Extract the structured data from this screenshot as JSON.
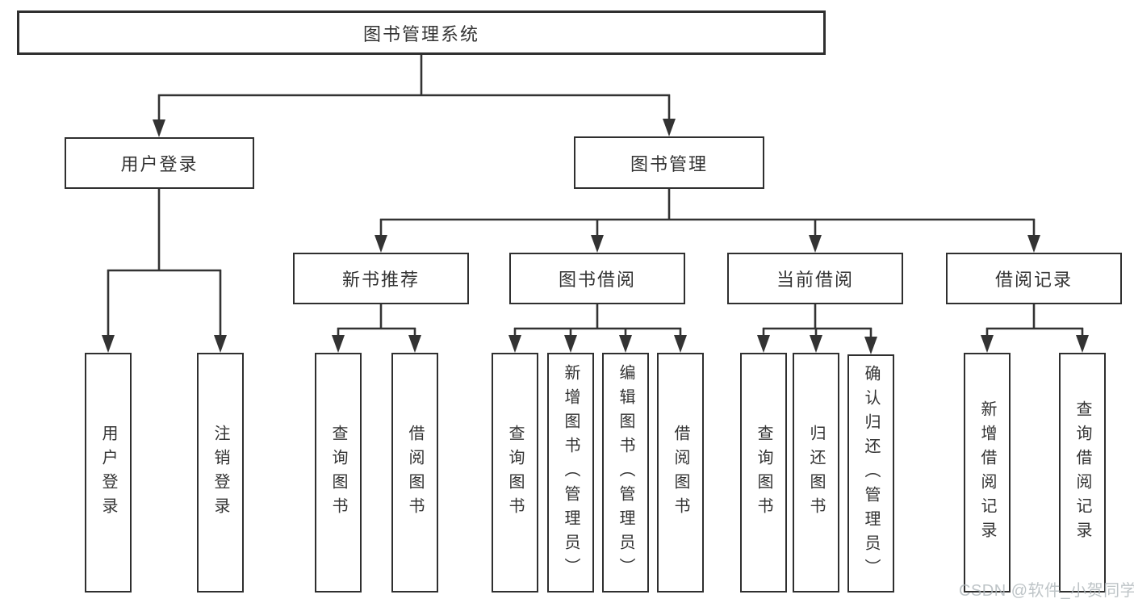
{
  "diagram_title": "图书管理系统",
  "nodes": {
    "root": "图书管理系统",
    "user_login": "用户登录",
    "book_management": "图书管理",
    "new_book_recommendation": "新书推荐",
    "book_borrowing": "图书借阅",
    "current_borrowing": "当前借阅",
    "borrowing_records": "借阅记录",
    "leaf_user_login": "用户登录",
    "leaf_logout_login": "注销登录",
    "rec_query_books": "查询图书",
    "rec_borrow_books": "借阅图书",
    "bor_query_books": "查询图书",
    "bor_add_books_admin": "新增图书（管理员）",
    "bor_edit_books_admin": "编辑图书（管理员）",
    "bor_borrow_books": "借阅图书",
    "cur_query_books": "查询图书",
    "cur_return_books": "归还图书",
    "cur_confirm_return_admin": "确认归还（管理员）",
    "log_add_borrow_record": "新增借阅记录",
    "log_query_borrow_record": "查询借阅记录"
  },
  "watermark": "CSDN @软件_小贺同学",
  "colors": {
    "line": "#333333",
    "border": "#2f2f2f",
    "text": "#333333",
    "watermark": "#aeb6ba",
    "background": "#ffffff"
  }
}
